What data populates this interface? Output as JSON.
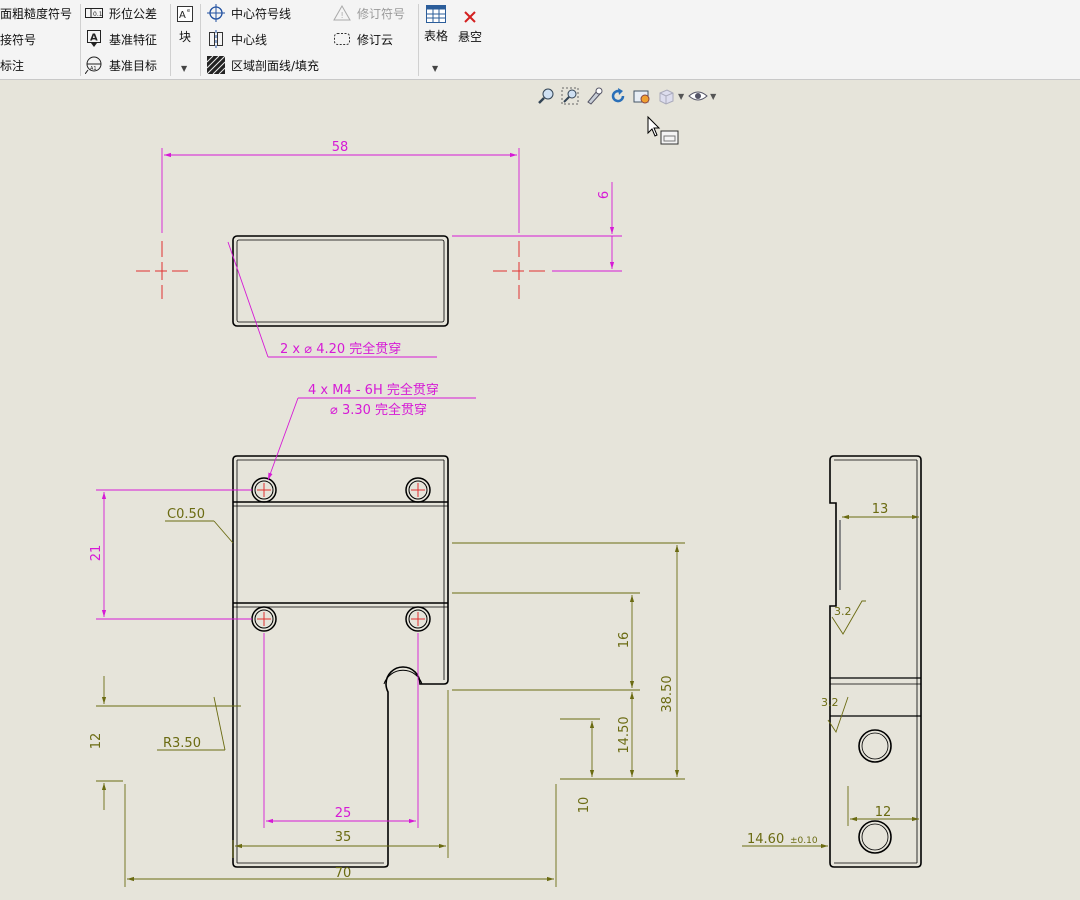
{
  "ribbon": {
    "col1": [
      "面粗糙度符号",
      "接符号",
      "标注"
    ],
    "col2": [
      "形位公差",
      "基准特征",
      "基准目标"
    ],
    "block_label": "块",
    "col4": [
      "中心符号线",
      "中心线",
      "区域剖面线/填充"
    ],
    "col5": [
      "修订符号",
      "修订云"
    ],
    "table_label": "表格",
    "clear_label": "悬空",
    "icons": {
      "gtol": "gtol-frame-icon",
      "datum": "datum-feature-icon",
      "datum_target": "datum-target-icon",
      "center_mark": "center-mark-icon",
      "centerline": "centerline-icon",
      "hatch": "area-hatch-icon",
      "revision_symbol": "revision-triangle-icon",
      "revision_cloud": "revision-cloud-icon",
      "table": "table-grid-icon",
      "clear": "red-x-icon",
      "block": "block-icon"
    }
  },
  "colors": {
    "annotation": "#d61ad6",
    "dimension": "#6b6b12",
    "centermark": "#e03030",
    "geometry": "#000000",
    "canvas": "#e6e4da"
  },
  "dims": {
    "top_width": "58",
    "top_height": "6",
    "top_holes": "2 x ⌀ 4.20 完全贯穿",
    "thread_line1": "4 x  M4 - 6H 完全贯穿",
    "thread_line2": "⌀ 3.30 完全贯穿",
    "chamfer": "C0.50",
    "radius": "R3.50",
    "d21": "21",
    "d12": "12",
    "d25": "25",
    "d35": "35",
    "d70": "70",
    "d10": "10",
    "d14_50": "14.50",
    "d16": "16",
    "d38_50": "38.50",
    "side_13": "13",
    "side_12": "12",
    "side_14_60": "14.60",
    "side_tol": "±0.10",
    "rough1": "3.2",
    "rough2": "3.2"
  }
}
